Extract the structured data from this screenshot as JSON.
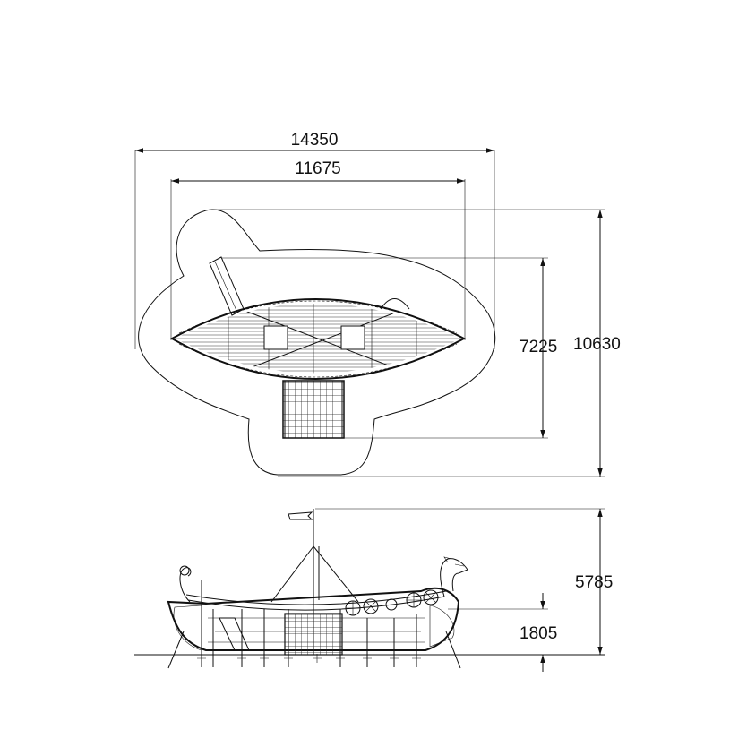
{
  "dimensions": {
    "overall_width": "14350",
    "deck_width": "11675",
    "deck_depth": "7225",
    "overall_depth": "10630",
    "total_height": "5785",
    "deck_height": "1805"
  }
}
